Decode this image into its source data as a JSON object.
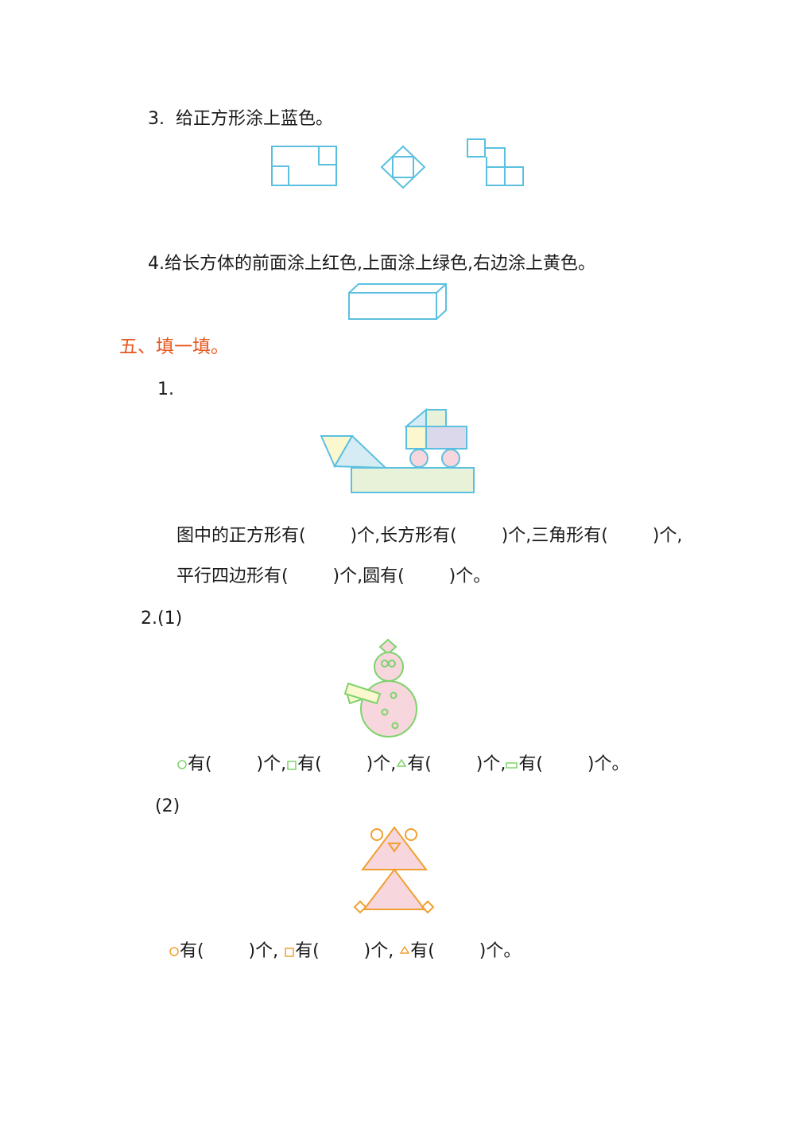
{
  "q3": {
    "text": "3.  给正方形涂上蓝色。"
  },
  "q4": {
    "text": "4.给长方体的前面涂上红色,上面涂上绿色,右边涂上黄色。"
  },
  "section5": {
    "title": "五、填一填。"
  },
  "p1": {
    "num": "1.",
    "line1": "图中的正方形有(        )个,长方形有(        )个,三角形有(        )个,",
    "line2": "平行四边形有(        )个,圆有(        )个。"
  },
  "p2": {
    "num": "2.(1)",
    "seg1": "有(        )个,",
    "seg2": "有(        )个,",
    "seg3": "有(        )个,",
    "seg4": "有(        )个。",
    "sub2": "(2)",
    "b_seg1": "有(        )个, ",
    "b_seg2": "有(        )个, ",
    "b_seg3": "有(        )个。"
  },
  "colors": {
    "blue_line": "#5bc0e0",
    "section_red": "#e8561c",
    "green_line": "#7ed36b",
    "orange_line": "#f0a030",
    "pink_fill": "#f7d6dd",
    "lightblue_fill": "#d6ecf5",
    "lightyellow_fill": "#fbf7cf",
    "lightgreen_fill": "#e8f2d8",
    "lavender_fill": "#dcd8ec"
  },
  "icons": [
    "circle-icon",
    "square-icon",
    "triangle-icon",
    "rectangle-icon"
  ]
}
